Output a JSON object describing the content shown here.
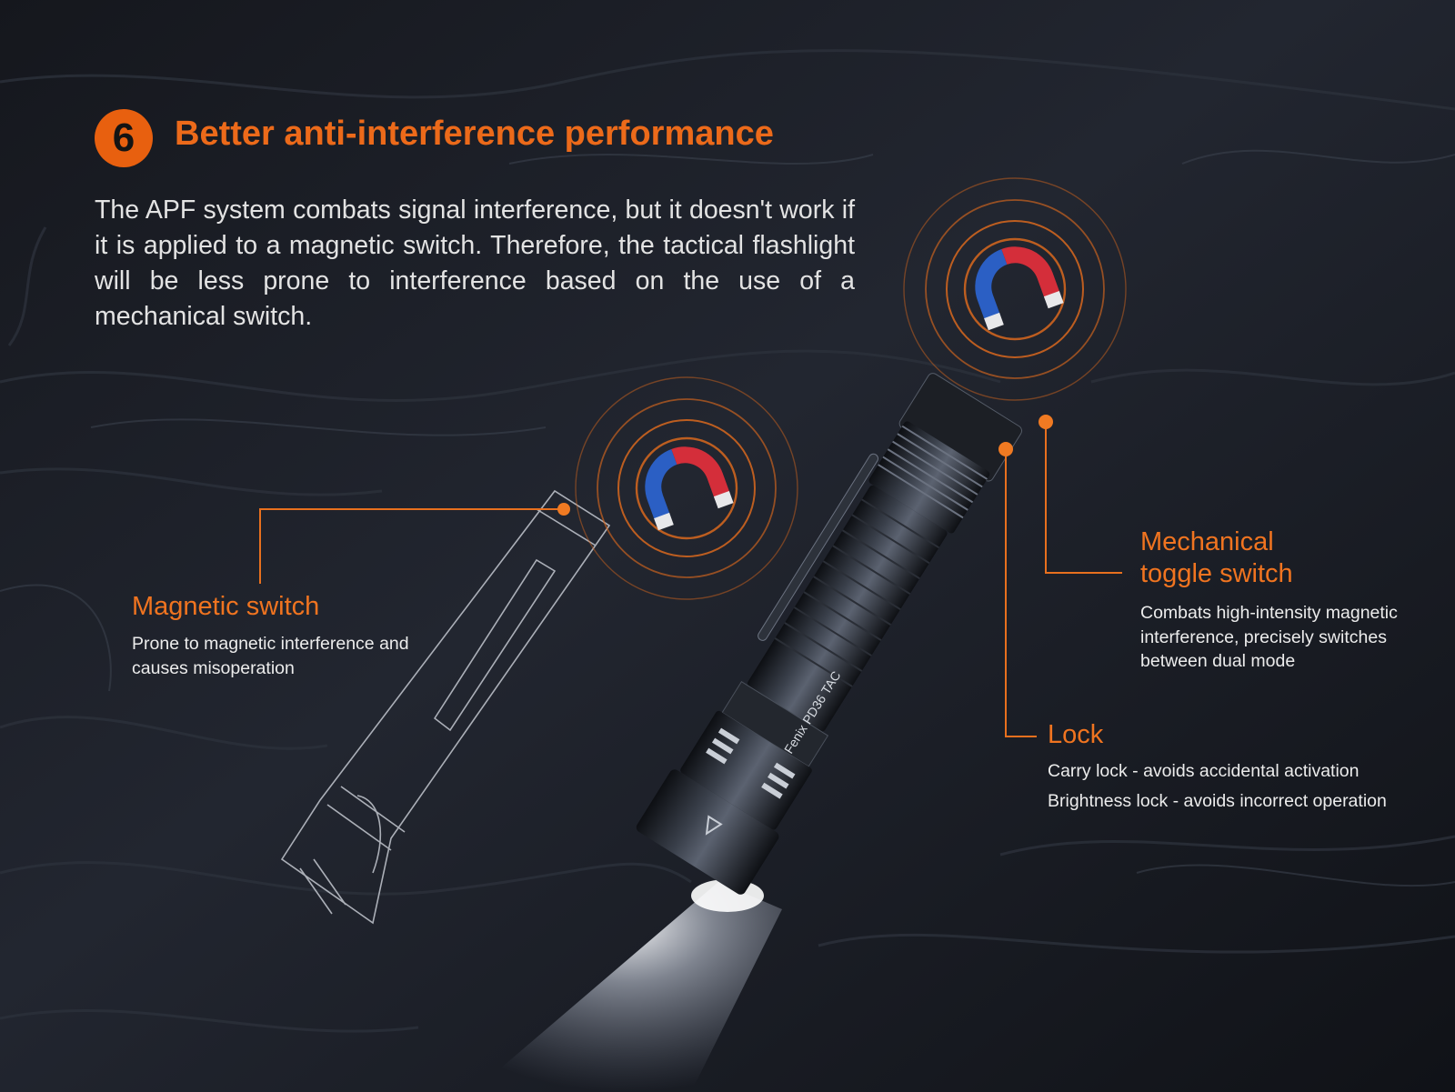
{
  "section": {
    "number": "6",
    "title": "Better anti-interference performance",
    "intro": "The APF system combats signal interference, but it doesn't work if it is applied to a magnetic switch. Therefore, the tactical flashlight will be less prone to interference based on the use of a mechanical switch."
  },
  "callouts": {
    "magnetic": {
      "title": "Magnetic switch",
      "description": "Prone to magnetic interference and causes misoperation"
    },
    "toggle": {
      "title": "Mechanical toggle switch",
      "description": "Combats high-intensity magnetic interference, precisely switches between dual mode"
    },
    "lock": {
      "title": "Lock",
      "lines": [
        "Carry lock - avoids accidental activation",
        "Brightness lock - avoids incorrect operation"
      ]
    }
  },
  "flashlight": {
    "brand_text": "Fenix PD36 TAC"
  },
  "icons": [
    "magnet-icon",
    "magnet-icon"
  ],
  "colors": {
    "accent": "#ec6a1a",
    "background": "#1a1d24",
    "text": "#e3e3e3"
  }
}
